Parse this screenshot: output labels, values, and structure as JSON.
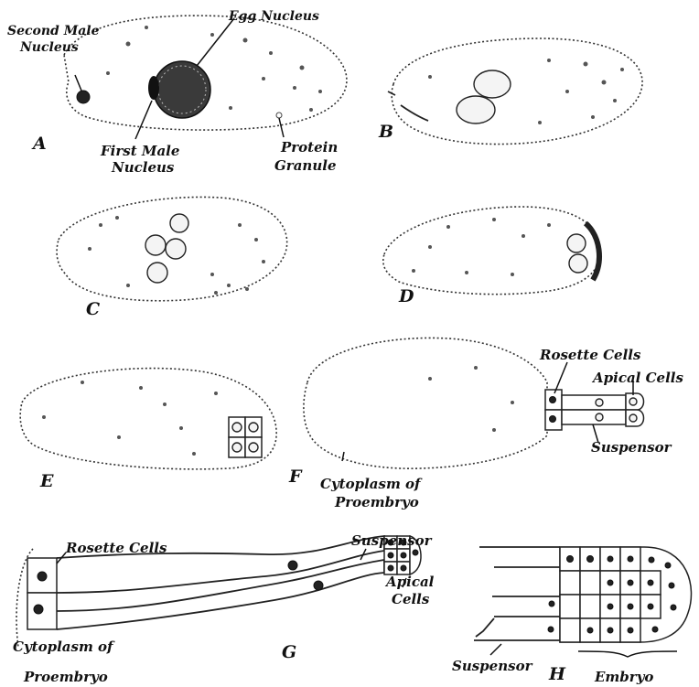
{
  "labels": {
    "second_male_nucleus_line1": "Second Male",
    "second_male_nucleus_line2": "Nucleus",
    "egg_nucleus": "Egg Nucleus",
    "first_male_nucleus_line1": "First Male",
    "first_male_nucleus_line2": "Nucleus",
    "protein_granule_line1": "Protein",
    "protein_granule_line2": "Granule",
    "rosette_cells_f": "Rosette Cells",
    "apical_cells_f": "Apical Cells",
    "suspensor_f": "Suspensor",
    "cytoplasm_f_line1": "Cytoplasm of",
    "cytoplasm_f_line2": "Proembryo",
    "rosette_cells_g": "Rosette Cells",
    "suspensor_g": "Suspensor",
    "apical_cells_g_line1": "Apical",
    "apical_cells_g_line2": "Cells",
    "cytoplasm_g_line1": "Cytoplasm of",
    "cytoplasm_g_line2": "Proembryo",
    "suspensor_h": "Suspensor",
    "embryo_h": "Embryo"
  },
  "panel_letters": {
    "a": "A",
    "b": "B",
    "c": "C",
    "d": "D",
    "e": "E",
    "f": "F",
    "g": "G",
    "h": "H"
  },
  "colors": {
    "ink": "#111111",
    "background": "#ffffff"
  }
}
